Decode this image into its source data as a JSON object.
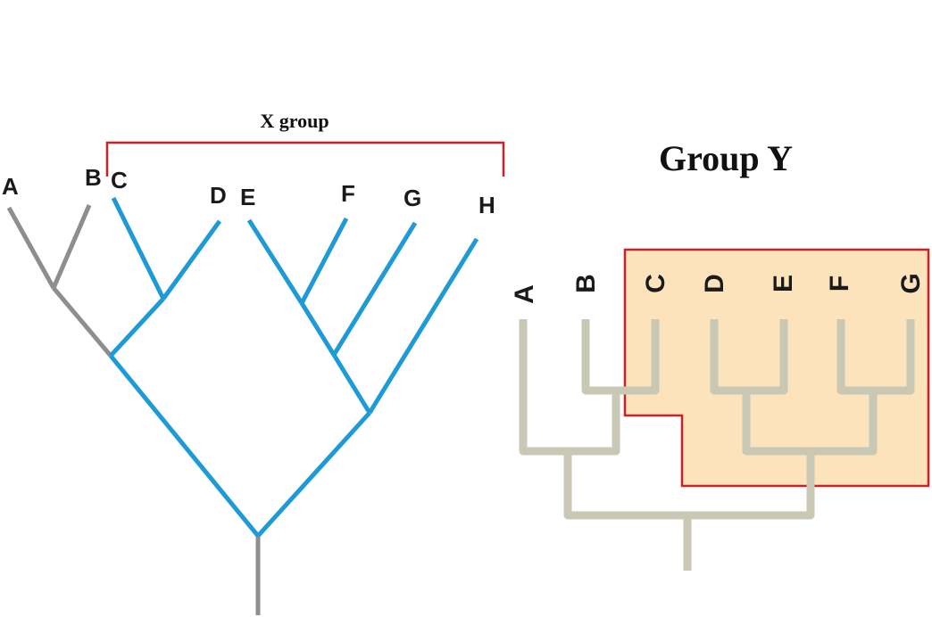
{
  "left_tree": {
    "group_label": "X group",
    "taxa": [
      "A",
      "B",
      "C",
      "D",
      "E",
      "F",
      "G",
      "H"
    ],
    "colors": {
      "ingroup": "#1e9ad6",
      "outgroup": "#8e8e8e",
      "bracket": "#cc2127"
    }
  },
  "right_tree": {
    "group_label": "Group Y",
    "taxa": [
      "A",
      "B",
      "C",
      "D",
      "E",
      "F",
      "G"
    ],
    "colors": {
      "branch": "#c8c8b4",
      "highlight_fill": "#fde3bb",
      "highlight_border": "#cc2127"
    }
  }
}
